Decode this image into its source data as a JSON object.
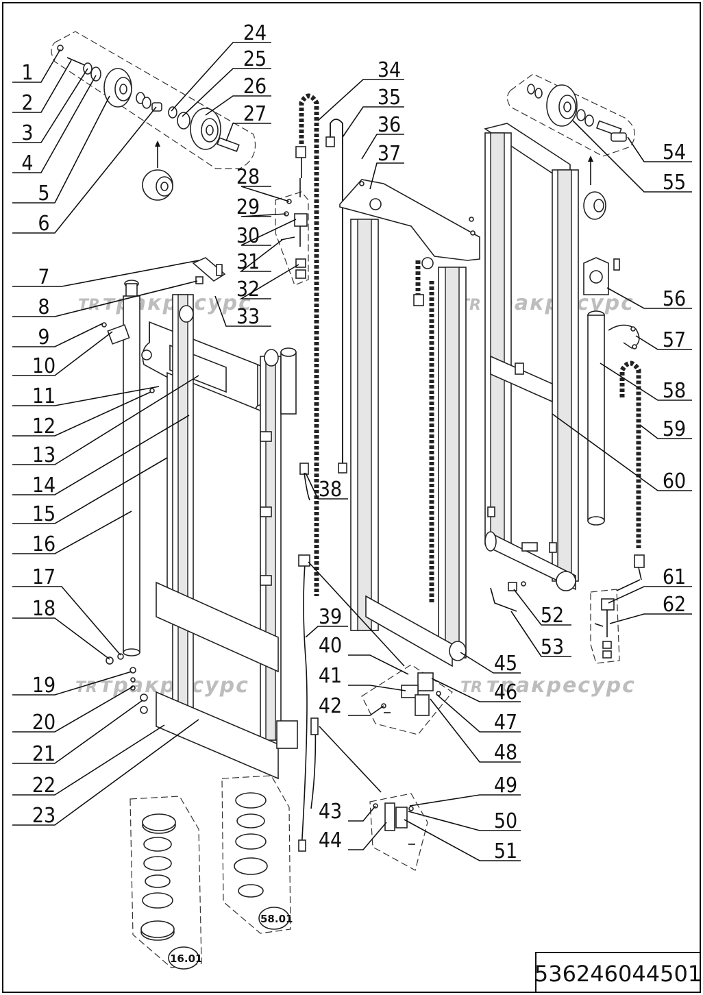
{
  "drawing": {
    "document_code": "536246044501",
    "watermark_text": "тракресурс",
    "watermark_logo": "TR"
  },
  "callouts_left": [
    "1",
    "2",
    "3",
    "4",
    "5",
    "6",
    "7",
    "8",
    "9",
    "10",
    "11",
    "12",
    "13",
    "14",
    "15",
    "16",
    "17",
    "18",
    "19",
    "20",
    "21",
    "22",
    "23"
  ],
  "callouts_top": [
    "24",
    "25",
    "26",
    "27",
    "28",
    "29",
    "30",
    "31",
    "32",
    "33"
  ],
  "callouts_mid": [
    "34",
    "35",
    "36",
    "37",
    "38",
    "39",
    "40",
    "41",
    "42",
    "43",
    "44"
  ],
  "callouts_right": [
    "45",
    "46",
    "47",
    "48",
    "49",
    "50",
    "51",
    "52",
    "53",
    "54",
    "55",
    "56",
    "57",
    "58",
    "59",
    "60",
    "61",
    "62"
  ],
  "sub_assemblies": {
    "seal_kit_lift_cylinder": "16.01",
    "seal_kit_free_lift_cylinder": "58.01"
  },
  "colors": {
    "line": "#111111",
    "watermark": "#bdbdbd",
    "background": "#ffffff"
  }
}
